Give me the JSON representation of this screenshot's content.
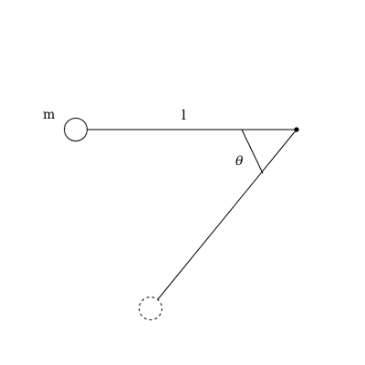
{
  "diagram": {
    "mass_label": "m",
    "length_label": "l",
    "angle_label": "θ",
    "colors": {
      "stroke": "#000000",
      "background": "#ffffff"
    }
  }
}
